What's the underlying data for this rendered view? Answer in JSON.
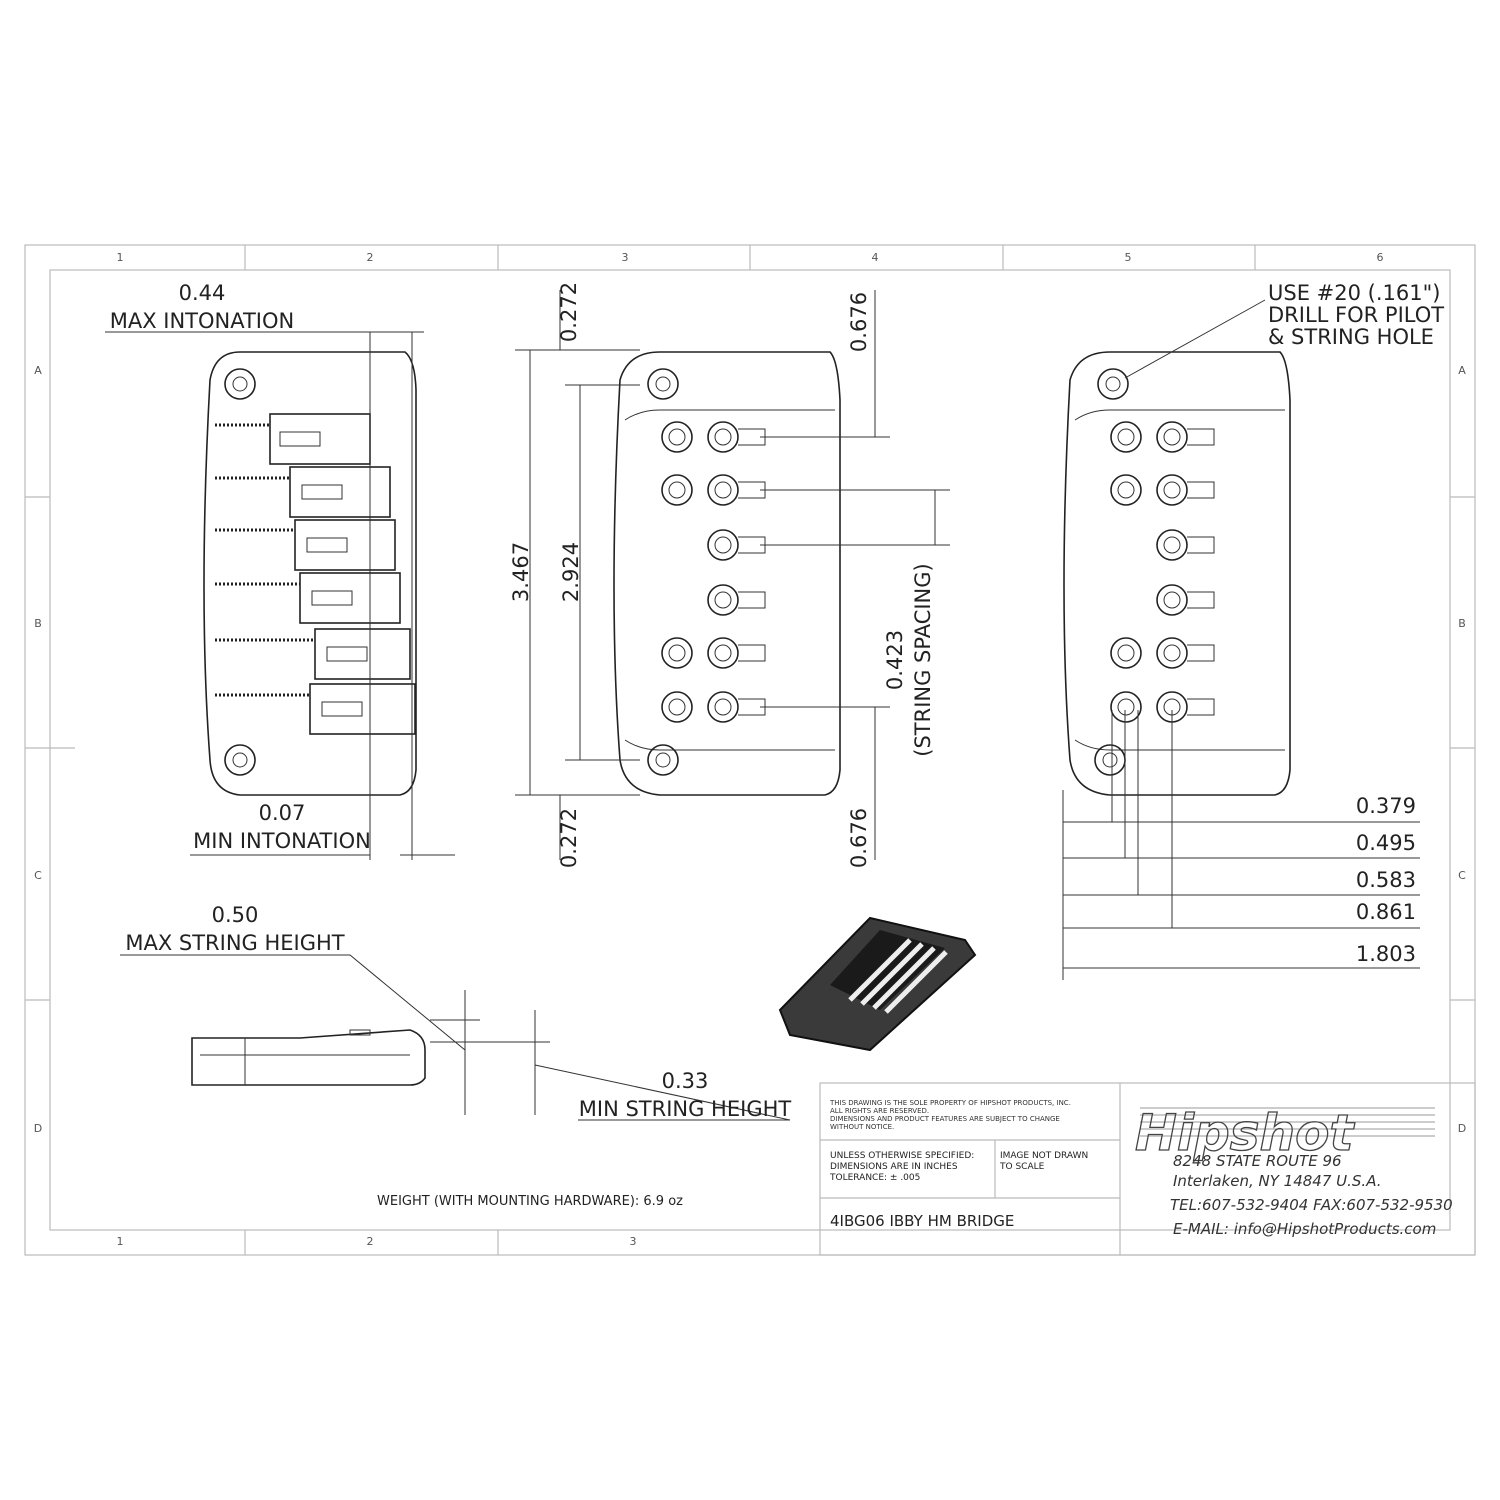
{
  "grid": {
    "columns": [
      "1",
      "2",
      "3",
      "4",
      "5",
      "6"
    ],
    "bottom_columns": [
      "1",
      "2",
      "3"
    ],
    "rows": [
      "A",
      "B",
      "C",
      "D"
    ]
  },
  "left_view": {
    "max_intonation_value": "0.44",
    "max_intonation_label": "MAX INTONATION",
    "min_intonation_value": "0.07",
    "min_intonation_label": "MIN INTONATION"
  },
  "center_view": {
    "top_offset": "0.272",
    "bottom_offset": "0.272",
    "overall_length": "3.467",
    "hole_span": "2.924",
    "top_string_offset": "0.676",
    "bottom_string_offset": "0.676",
    "string_spacing_value": "0.423",
    "string_spacing_label": "(STRING SPACING)"
  },
  "right_view": {
    "drill_note": [
      "USE #20 (.161\")",
      "DRILL FOR PILOT",
      "& STRING HOLE"
    ],
    "dimensions": [
      "0.379",
      "0.495",
      "0.583",
      "0.861",
      "1.803"
    ]
  },
  "side_view": {
    "max_height_value": "0.50",
    "max_height_label": "MAX STRING HEIGHT",
    "min_height_value": "0.33",
    "min_height_label": "MIN STRING HEIGHT"
  },
  "weight_note": "WEIGHT (WITH MOUNTING HARDWARE): 6.9 oz",
  "title_block": {
    "property_note": [
      "THIS DRAWING IS THE SOLE PROPERTY OF HIPSHOT PRODUCTS, INC.",
      "ALL RIGHTS ARE RESERVED.",
      "DIMENSIONS AND PRODUCT FEATURES ARE SUBJECT TO CHANGE",
      "WITHOUT NOTICE."
    ],
    "units_note": [
      "UNLESS OTHERWISE SPECIFIED:",
      "DIMENSIONS ARE IN INCHES",
      "TOLERANCE:  ± .005"
    ],
    "scale_note": [
      "IMAGE NOT DRAWN",
      "TO SCALE"
    ],
    "part_name": "4IBG06 IBBY HM BRIDGE",
    "logo": "Hipshot",
    "address": [
      "8248 STATE ROUTE 96",
      "Interlaken, NY 14847 U.S.A.",
      "TEL:607-532-9404 FAX:607-532-9530",
      "E-MAIL: info@HipshotProducts.com"
    ]
  }
}
